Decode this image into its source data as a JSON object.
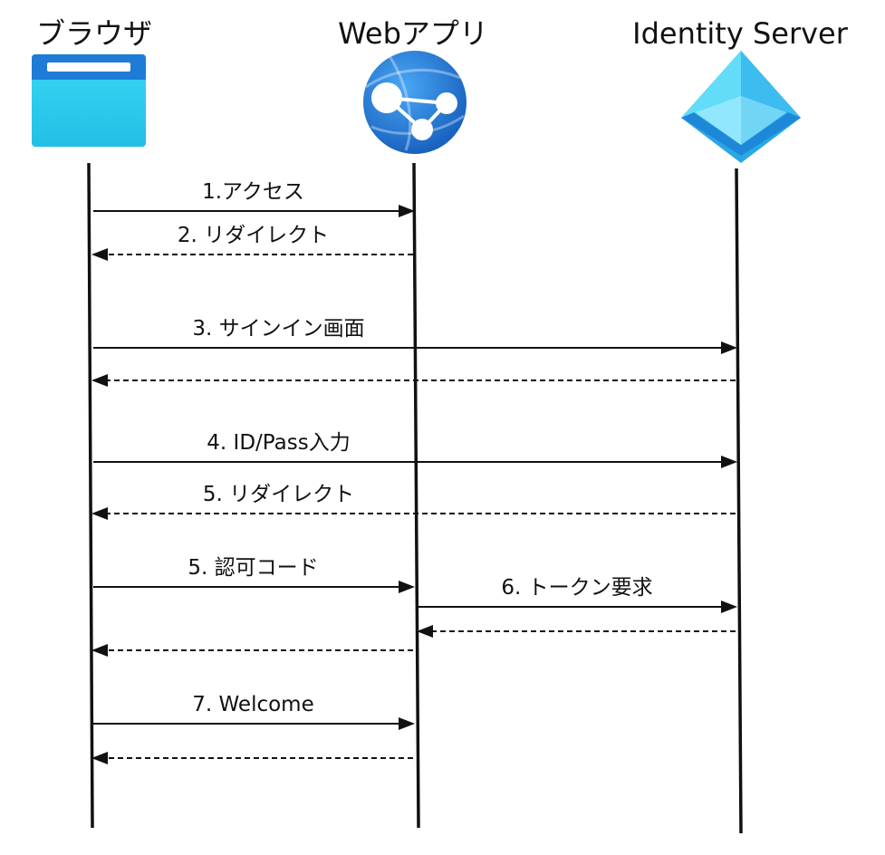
{
  "actors": [
    {
      "id": "browser",
      "title": "ブラウザ",
      "icon": "browser-window-icon"
    },
    {
      "id": "webapp",
      "title": "Webアプリ",
      "icon": "web-app-globe-icon"
    },
    {
      "id": "identity",
      "title": "Identity Server",
      "icon": "identity-pyramid-icon"
    }
  ],
  "messages": [
    {
      "from": "browser",
      "to": "webapp",
      "style": "solid",
      "label": "1.アクセス"
    },
    {
      "from": "webapp",
      "to": "browser",
      "style": "dashed",
      "label": "2. リダイレクト"
    },
    {
      "from": "browser",
      "to": "identity",
      "style": "solid",
      "label": "3. サインイン画面"
    },
    {
      "from": "identity",
      "to": "browser",
      "style": "dashed",
      "label": ""
    },
    {
      "from": "browser",
      "to": "identity",
      "style": "solid",
      "label": "4. ID/Pass入力"
    },
    {
      "from": "identity",
      "to": "browser",
      "style": "dashed",
      "label": "5. リダイレクト"
    },
    {
      "from": "browser",
      "to": "webapp",
      "style": "solid",
      "label": "5. 認可コード"
    },
    {
      "from": "webapp",
      "to": "identity",
      "style": "solid",
      "label": "6. トークン要求"
    },
    {
      "from": "identity",
      "to": "webapp",
      "style": "dashed",
      "label": ""
    },
    {
      "from": "webapp",
      "to": "browser",
      "style": "dashed",
      "label": ""
    },
    {
      "from": "browser",
      "to": "webapp",
      "style": "solid",
      "label": "7. Welcome"
    },
    {
      "from": "webapp",
      "to": "browser",
      "style": "dashed",
      "label": ""
    }
  ],
  "colors": {
    "line": "#111111",
    "browser_top": "#1976d2",
    "browser_body": "#2ec8ec",
    "globe_dark": "#1565c0",
    "globe_light": "#3d9cf0",
    "pyramid_light": "#5fd8f8",
    "pyramid_mid": "#3ab4e8",
    "pyramid_dark": "#1e88d8"
  }
}
